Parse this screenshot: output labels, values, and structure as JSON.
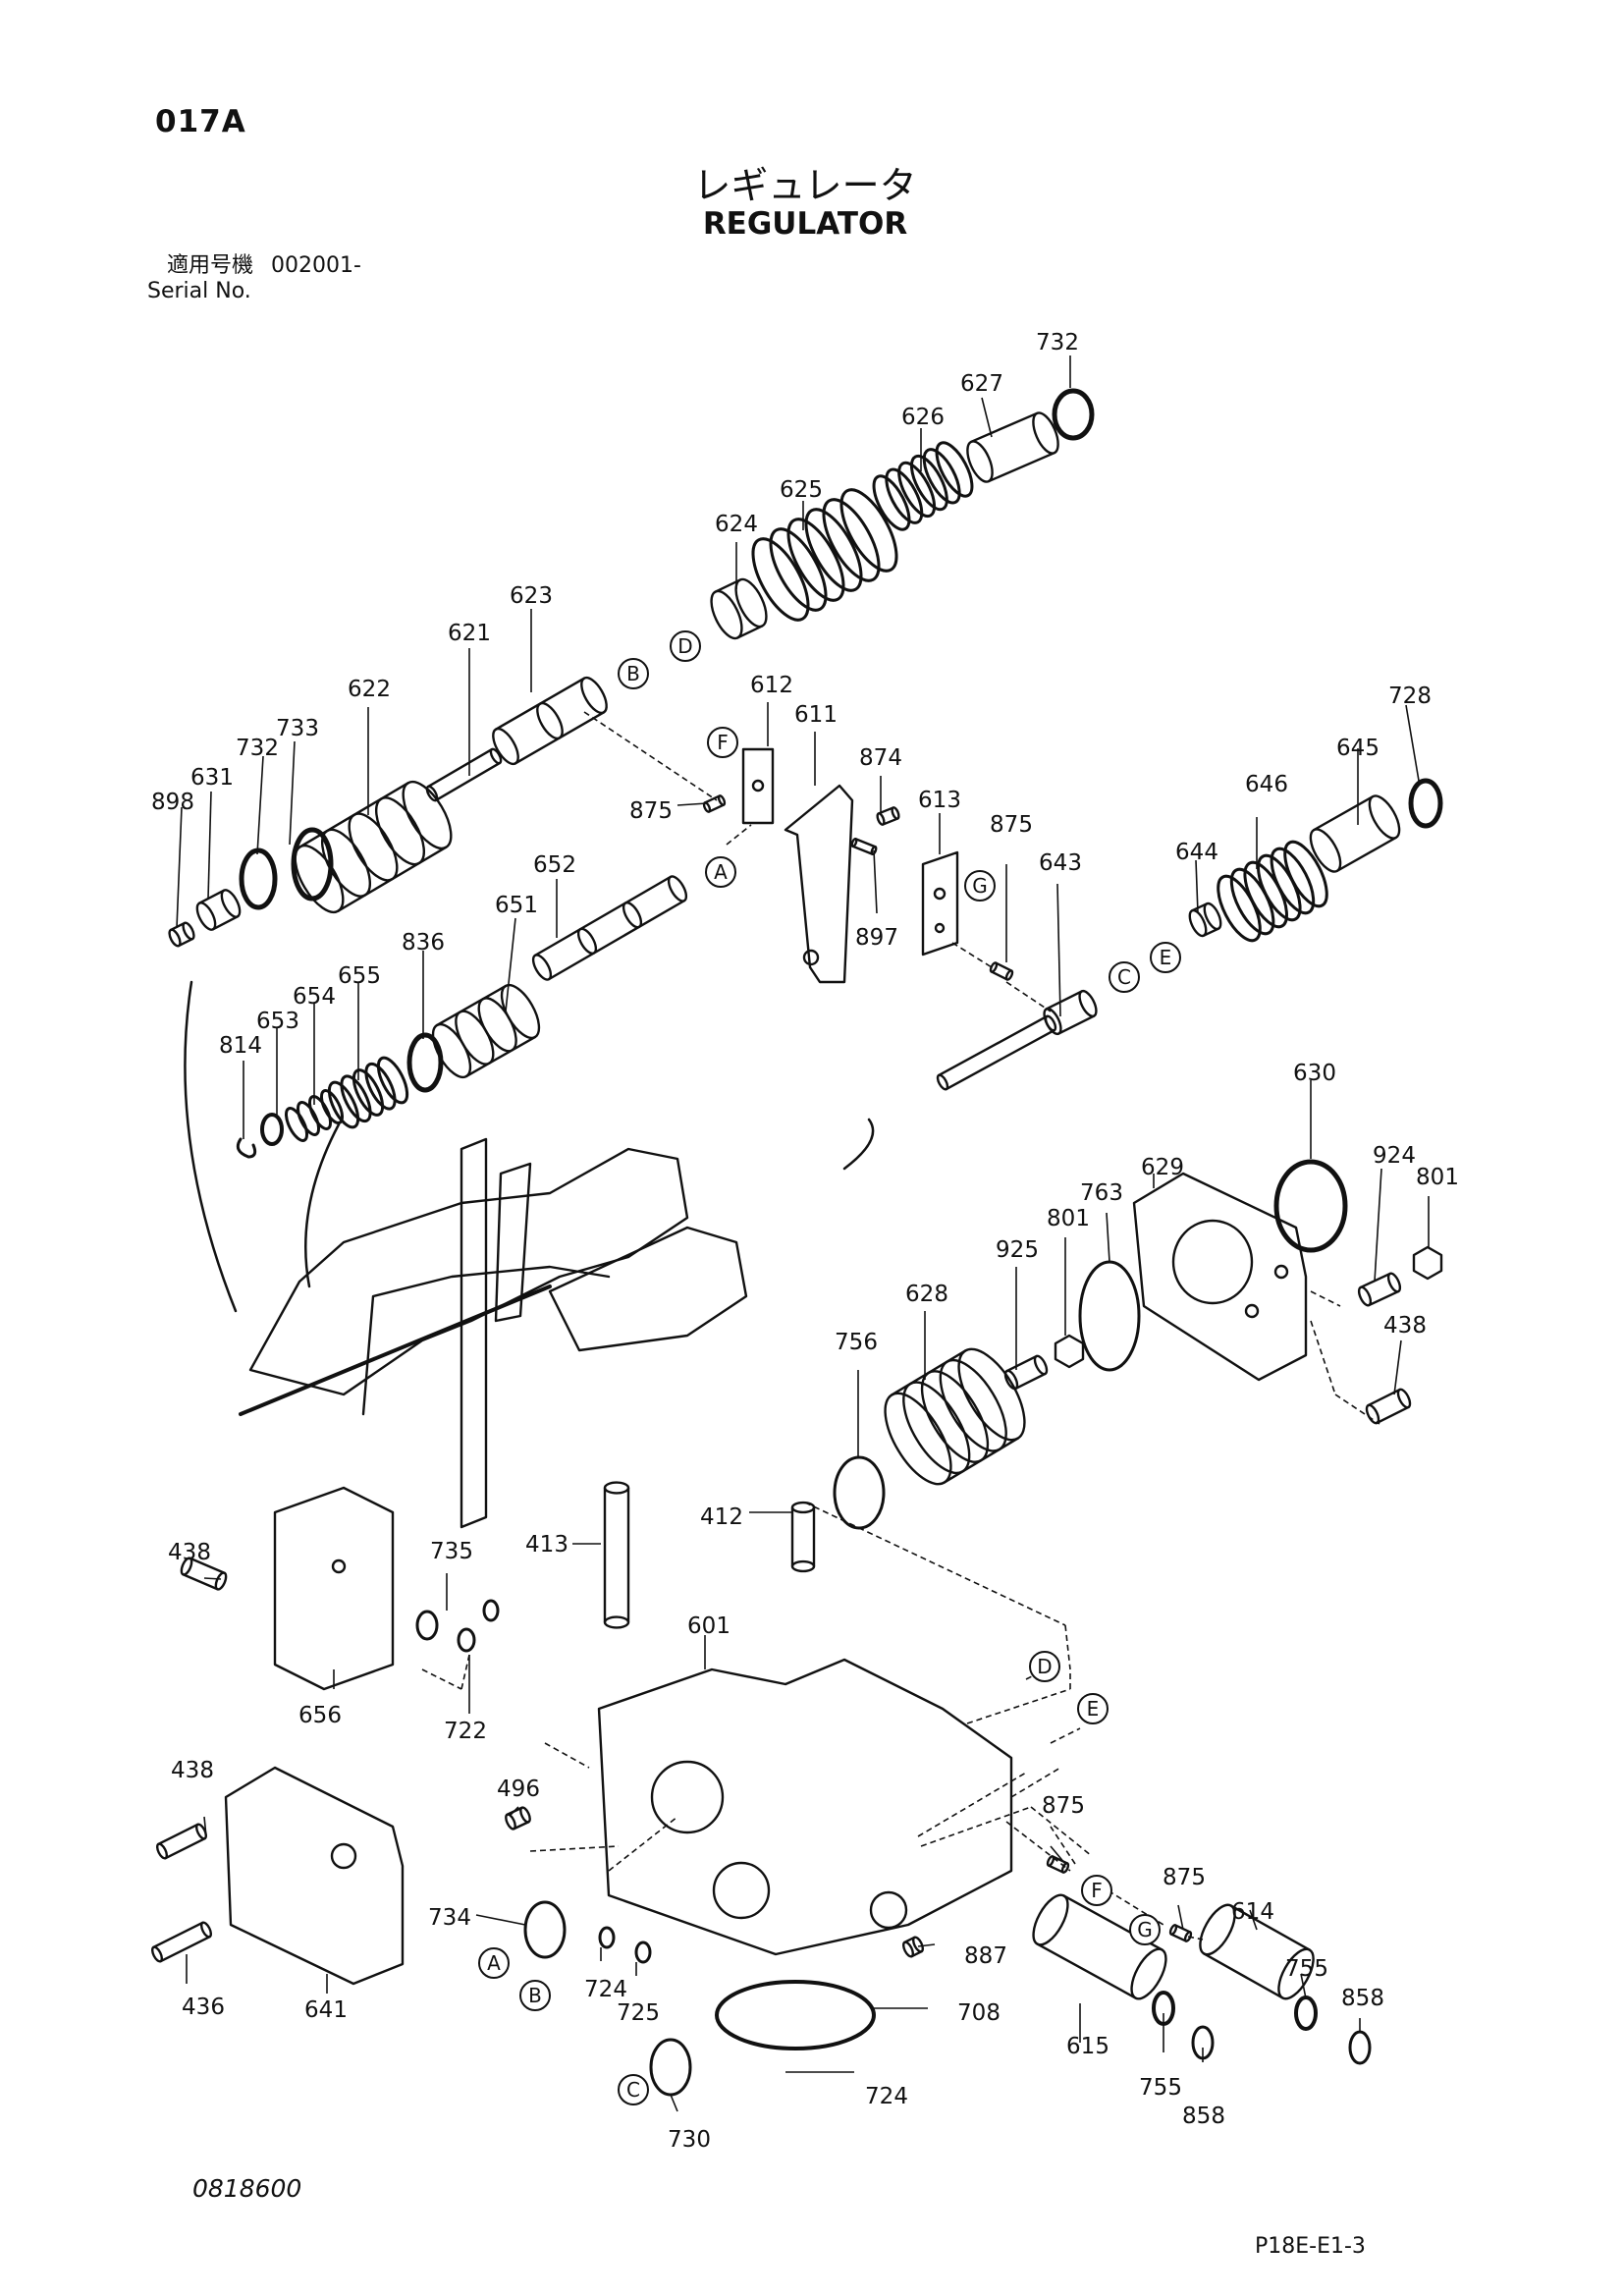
{
  "header": {
    "page_code": "017A",
    "title_jp": "レギュレータ",
    "title_en": "REGULATOR",
    "serial_label_jp": "適用号機",
    "serial_value": "002001-",
    "serial_label_en": "Serial No."
  },
  "footer": {
    "drawing_number": "0818600",
    "page_reference": "P18E-E1-3"
  },
  "callouts": [
    "732",
    "627",
    "626",
    "625",
    "624",
    "623",
    "621",
    "622",
    "733",
    "732",
    "631",
    "898",
    "612",
    "611",
    "874",
    "875",
    "613",
    "875",
    "897",
    "643",
    "652",
    "651",
    "836",
    "655",
    "654",
    "653",
    "814",
    "728",
    "645",
    "646",
    "644",
    "630",
    "629",
    "924",
    "801",
    "801",
    "763",
    "925",
    "628",
    "756",
    "438",
    "413",
    "412",
    "735",
    "438",
    "656",
    "722",
    "601",
    "496",
    "438",
    "436",
    "641",
    "734",
    "724",
    "725",
    "887",
    "708",
    "724",
    "730",
    "875",
    "875",
    "614",
    "755",
    "858",
    "615",
    "755",
    "858"
  ],
  "reference_letters": [
    "B",
    "D",
    "F",
    "A",
    "G",
    "C",
    "E",
    "D",
    "E",
    "F",
    "G",
    "A",
    "B",
    "C"
  ],
  "colors": {
    "line": "#111111",
    "background": "#ffffff"
  }
}
